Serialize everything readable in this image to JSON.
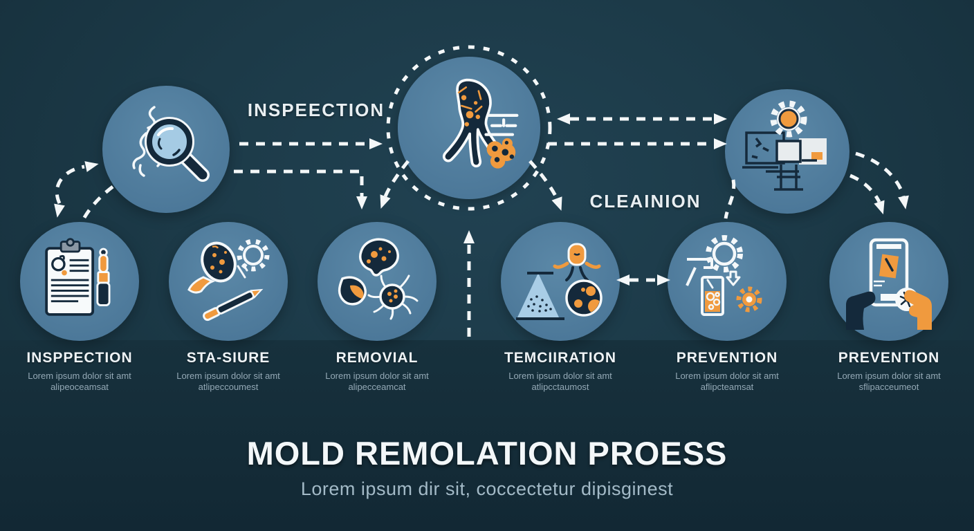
{
  "colors": {
    "background": "#1c3a48",
    "footer_band": "#15303c",
    "node_blue": "#4f7c9d",
    "accent_orange": "#f09a3e",
    "icon_navy": "#14293b",
    "line_white": "#f4f7f8",
    "text_primary": "#eef3f6",
    "text_muted": "#94a9b6"
  },
  "flow": {
    "inspection_label": "INSPEECTION",
    "cleaning_label": "CLEAINION"
  },
  "top_nodes": [
    {
      "icon": "magnifier-icon"
    },
    {
      "icon": "mold-spore-icon"
    },
    {
      "icon": "equipment-icon"
    }
  ],
  "steps": [
    {
      "title": "INSPPECTION",
      "line1": "Lorem ipsum dolor sit amt",
      "line2": "alipeoceamsat",
      "icon": "clipboard-icon"
    },
    {
      "title": "STA-SIURE",
      "line1": "Lorem ipsum dolor sit amt",
      "line2": "atlipeccoumest",
      "icon": "sample-tools-icon"
    },
    {
      "title": "REMOVIAL",
      "line1": "Lorem ipsum dolor sit amt",
      "line2": "alipecceamcat",
      "icon": "mold-blobs-icon"
    },
    {
      "title": "TEMCIIRATION",
      "line1": "Lorem ipsum dolor sit amt",
      "line2": "atlipcctaumost",
      "icon": "containment-icon"
    },
    {
      "title": "PREVENTION",
      "line1": "Lorem ipsum dolor sit amt",
      "line2": "aflipcteamsat",
      "icon": "spray-gears-icon"
    },
    {
      "title": "PREVENTION",
      "line1": "Lorem ipsum dolor sit amt",
      "line2": "sflipacceumeot",
      "icon": "hand-tablet-icon"
    }
  ],
  "footer": {
    "title": "MOLD REMOLATION PROESS",
    "subtitle": "Lorem ipsum  dir sit, coccectetur dipisginest"
  }
}
